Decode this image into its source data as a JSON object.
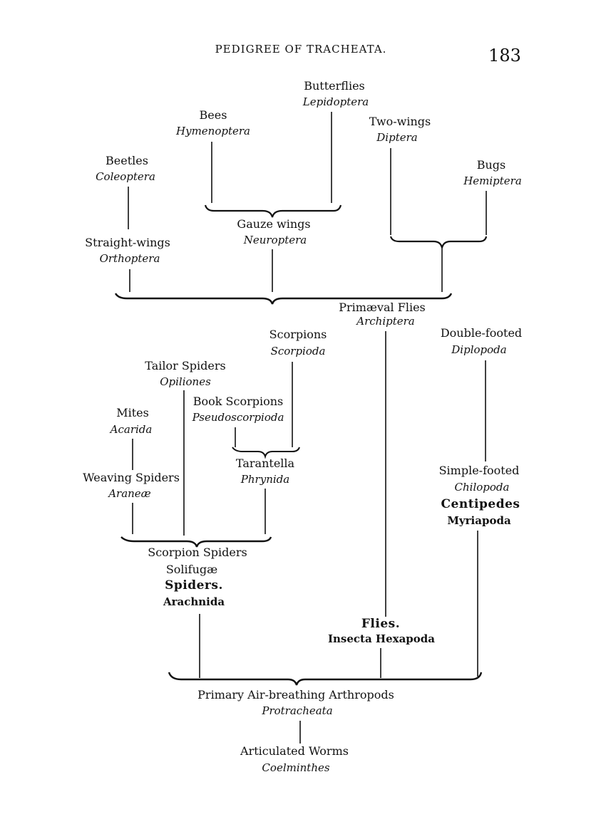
{
  "header": {
    "title": "PEDIGREE OF TRACHEATA.",
    "page_number": "183"
  },
  "tree": {
    "butterflies": {
      "name": "Butterflies",
      "latin": "Lepidoptera"
    },
    "bees": {
      "name": "Bees",
      "latin": "Hymenoptera"
    },
    "two_wings": {
      "name": "Two-wings",
      "latin": "Diptera"
    },
    "beetles": {
      "name": "Beetles",
      "latin": "Coleoptera"
    },
    "bugs": {
      "name": "Bugs",
      "latin": "Hemiptera"
    },
    "gauze_wings": {
      "name": "Gauze wings",
      "latin": "Neuroptera"
    },
    "straight_wings": {
      "name": "Straight-wings",
      "latin": "Orthoptera"
    },
    "primaeval_flies": {
      "name": "Primæval Flies",
      "latin": "Archiptera"
    },
    "scorpions": {
      "name": "Scorpions",
      "latin": "Scorpioda"
    },
    "double_footed": {
      "name": "Double-footed",
      "latin": "Diplopoda"
    },
    "tailor_spiders": {
      "name": "Tailor Spiders",
      "latin": "Opiliones"
    },
    "book_scorpions": {
      "name": "Book Scorpions",
      "latin": "Pseudoscorpioda"
    },
    "mites": {
      "name": "Mites",
      "latin": "Acarida"
    },
    "tarantella": {
      "name": "Tarantella",
      "latin": "Phrynida"
    },
    "weaving_spiders": {
      "name": "Weaving Spiders",
      "latin": "Araneæ"
    },
    "simple_footed": {
      "name": "Simple-footed",
      "latin": "Chilopoda",
      "group": "Centipedes",
      "group_latin": "Myriapoda"
    },
    "scorpion_spiders": {
      "name": "Scorpion Spiders",
      "latin": "Solifugæ",
      "group": "Spiders.",
      "group_latin": "Arachnida"
    },
    "flies": {
      "group": "Flies.",
      "group_latin": "Insecta Hexapoda"
    },
    "primary": {
      "name": "Primary Air-breathing Arthropods",
      "latin": "Protracheata"
    },
    "worms": {
      "name": "Articulated Worms",
      "latin": "Coelminthes"
    }
  }
}
